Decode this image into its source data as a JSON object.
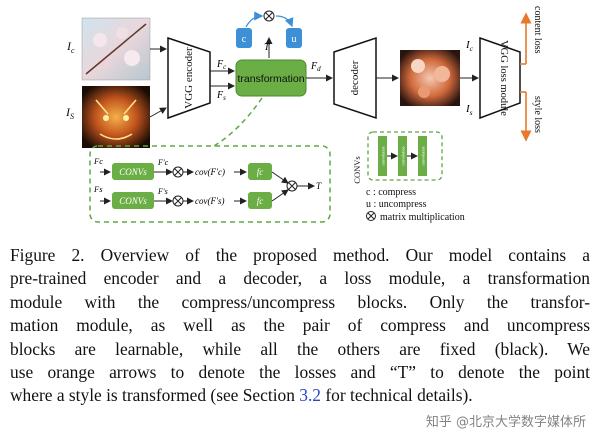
{
  "figure": {
    "inputs": {
      "content": "I",
      "content_sub": "c",
      "style": "I",
      "style_sub": "S",
      "stylized": "I",
      "stylized_sub_top": "c",
      "stylized_sub_bottom": "s"
    },
    "encoder": "VGG encoder",
    "features": {
      "fc": "F",
      "fc_sub": "c",
      "fs": "F",
      "fs_sub": "s",
      "fd": "F",
      "fd_sub": "d"
    },
    "transformation": "transformation",
    "compress": "c",
    "uncompress": "u",
    "T": "T",
    "decoder": "decoder",
    "loss_module": "VGG loss module",
    "content_loss": "content loss",
    "style_loss": "style loss",
    "detail": {
      "convs": "CONVs",
      "fc_block": "fc",
      "cov_c": "cov(F′c)",
      "cov_s": "cov(F′s)",
      "fcprime": "F′c",
      "fsprime": "F′s",
      "fc_in": "Fc",
      "fs_in": "Fs",
      "out": "T"
    },
    "legend": {
      "convs_title": "CONVs",
      "conv_block": "convolution",
      "c_def": "c : compress",
      "u_def": "u : uncompress",
      "mm_def": "matrix multiplication"
    }
  },
  "caption": {
    "lines": [
      "Figure 2. Overview of the proposed method. Our model contains a",
      "pre-trained encoder and a decoder, a loss module, a transformation",
      "module with the compress/uncompress blocks. Only the transfor-",
      "mation module, as well as the pair of compress and uncompress",
      "blocks are learnable, while all the others are fixed (black). We",
      "use orange arrows to denote the losses and “T” to denote the point"
    ],
    "last_prefix": "where a style is transformed (see Section ",
    "last_ref": "3.2",
    "last_suffix": " for technical details)."
  },
  "watermark": "知乎 @北京大学数字媒体所",
  "colors": {
    "green": "#6aae45",
    "blue": "#3d8fd6",
    "orange": "#e8782a",
    "dash_green": "#5fa843"
  }
}
